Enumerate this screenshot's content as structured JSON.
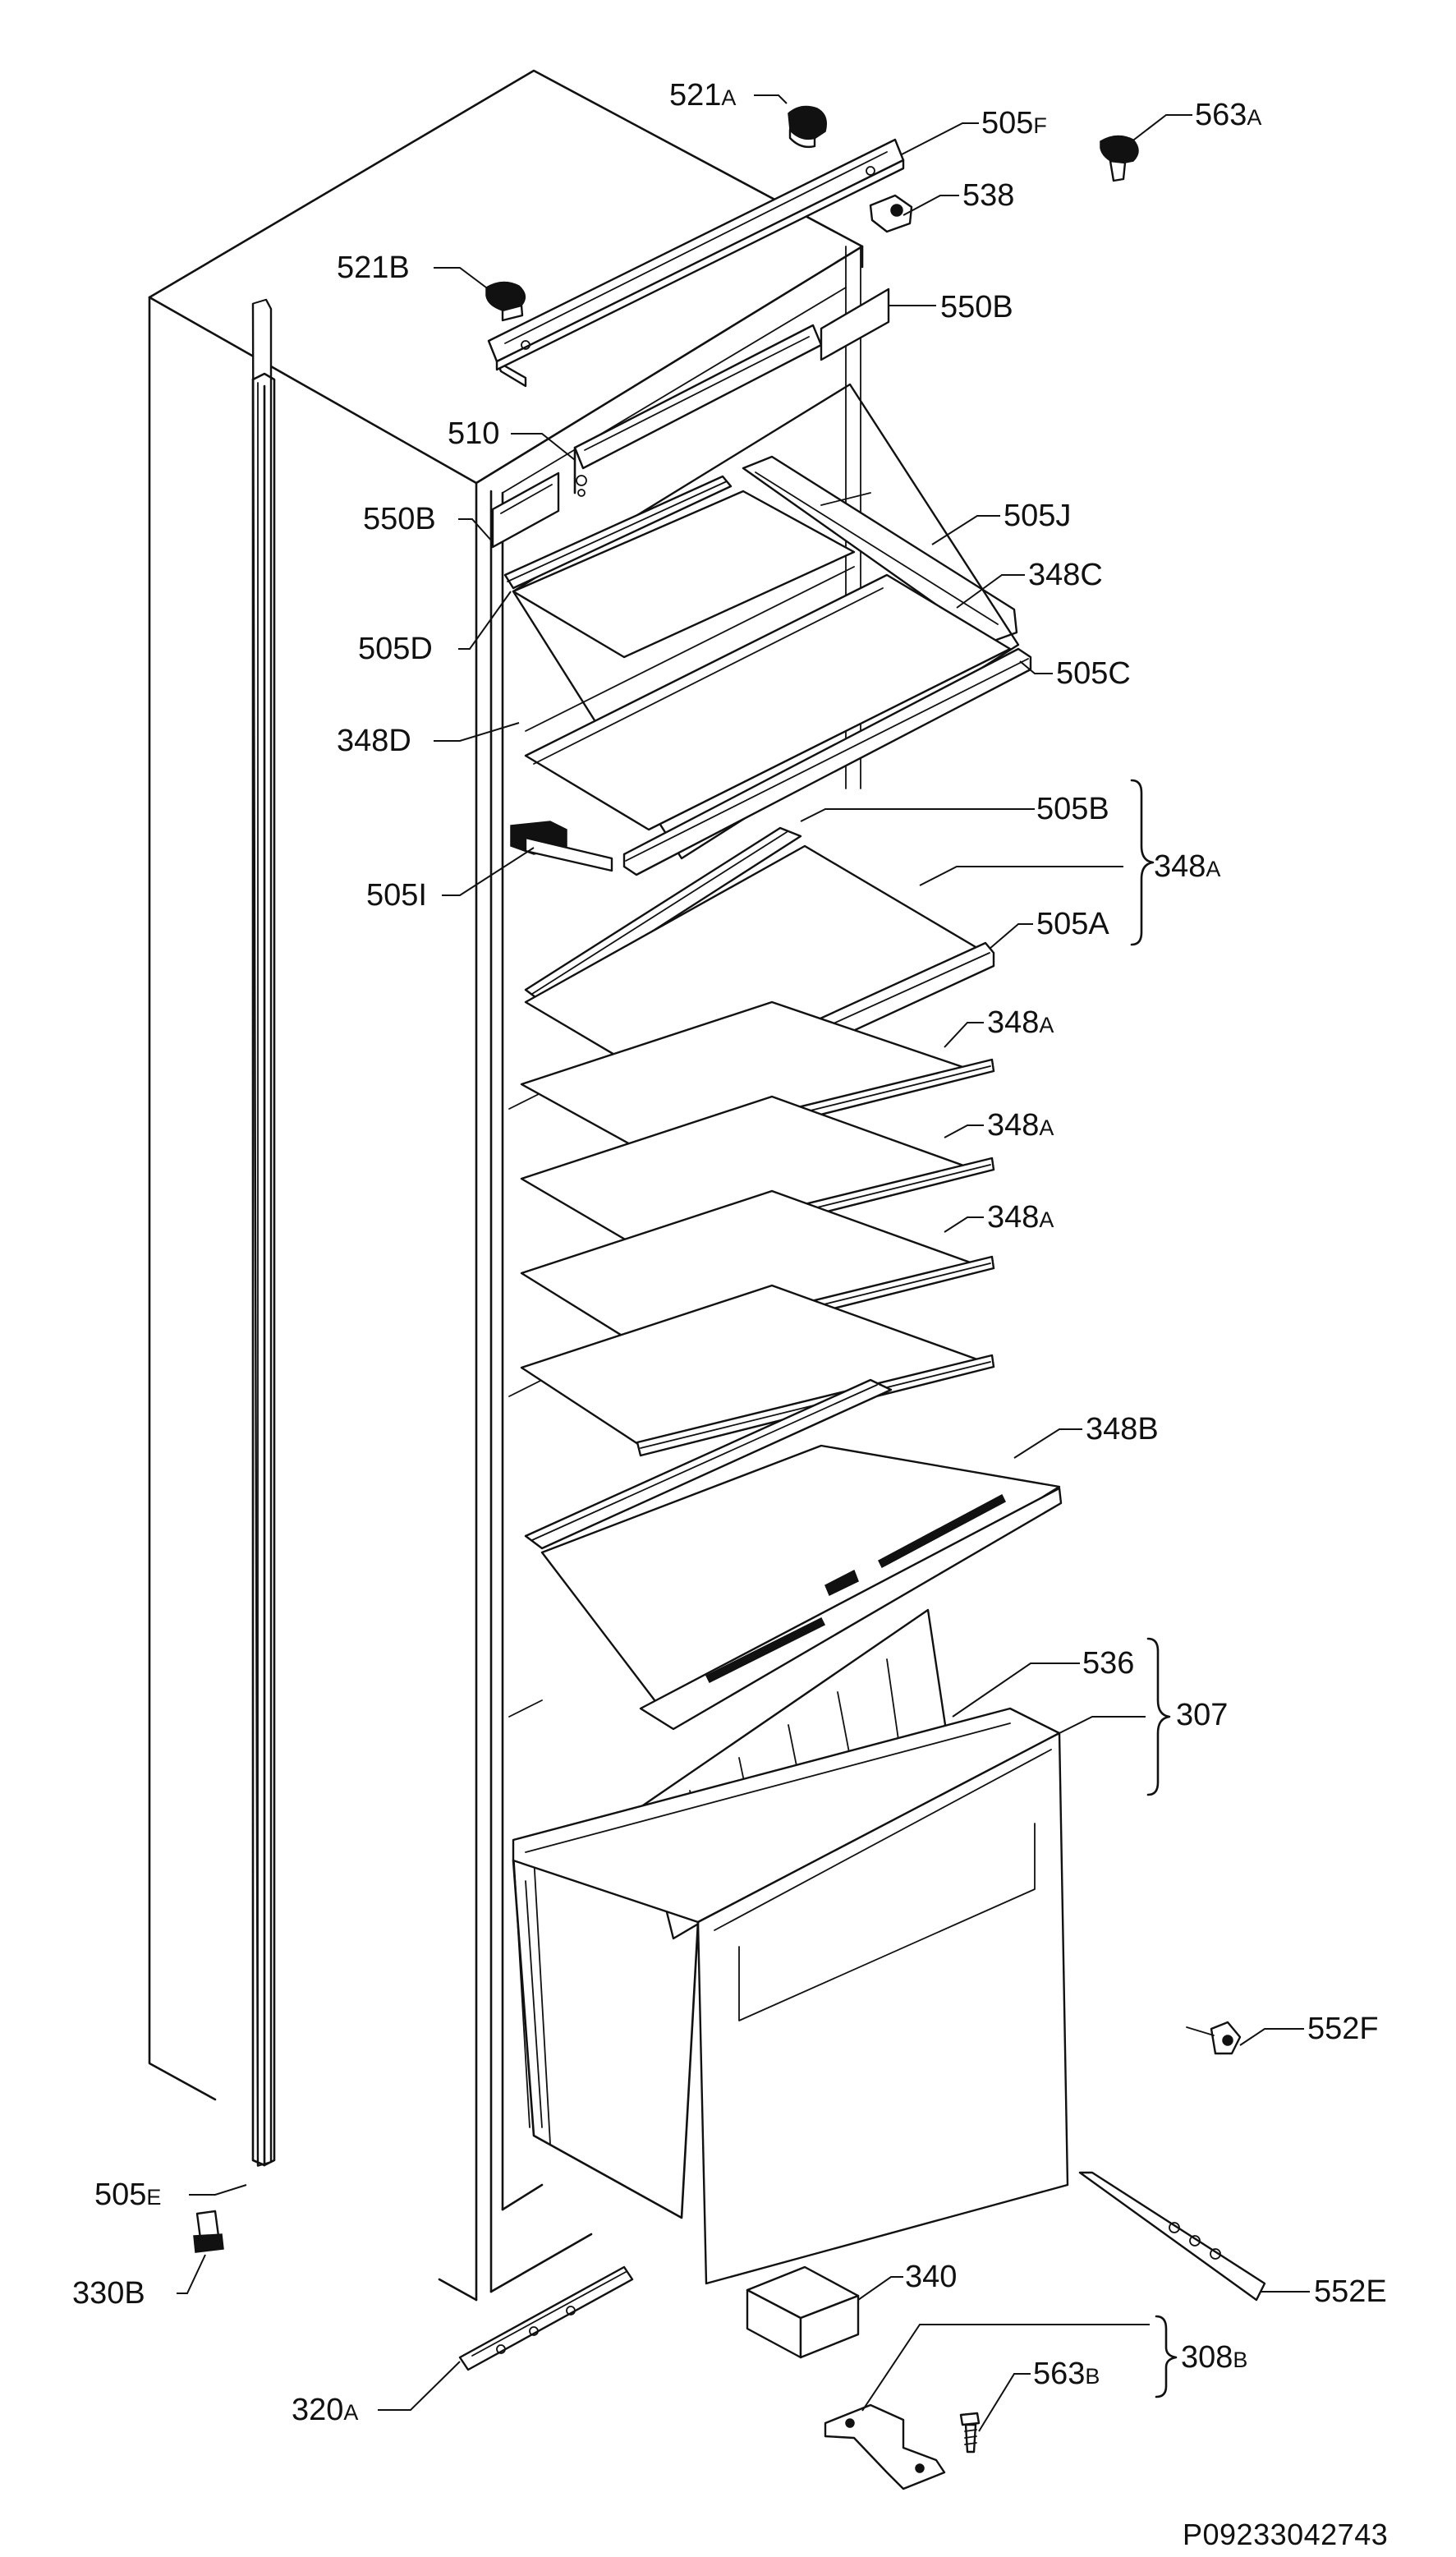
{
  "labels": [
    {
      "id": "521A",
      "num": "521",
      "suffix": "A"
    },
    {
      "id": "505F",
      "num": "505",
      "suffix": "F"
    },
    {
      "id": "563A",
      "num": "563",
      "suffix": "A"
    },
    {
      "id": "538",
      "num": "538",
      "suffix": ""
    },
    {
      "id": "521B",
      "num": "521",
      "suffix": "B"
    },
    {
      "id": "550B-top",
      "num": "550",
      "suffix": "B"
    },
    {
      "id": "510",
      "num": "510",
      "suffix": ""
    },
    {
      "id": "550B-left",
      "num": "550",
      "suffix": "B"
    },
    {
      "id": "505J",
      "num": "505",
      "suffix": "J"
    },
    {
      "id": "348C",
      "num": "348",
      "suffix": "C"
    },
    {
      "id": "505D",
      "num": "505",
      "suffix": "D"
    },
    {
      "id": "505C",
      "num": "505",
      "suffix": "C"
    },
    {
      "id": "348D",
      "num": "348",
      "suffix": "D"
    },
    {
      "id": "505B",
      "num": "505",
      "suffix": "B"
    },
    {
      "id": "348A-group",
      "num": "348",
      "suffix": "A"
    },
    {
      "id": "505I",
      "num": "505",
      "suffix": "I"
    },
    {
      "id": "505A",
      "num": "505",
      "suffix": "A"
    },
    {
      "id": "348A-1",
      "num": "348",
      "suffix": "A"
    },
    {
      "id": "348A-2",
      "num": "348",
      "suffix": "A"
    },
    {
      "id": "348A-3",
      "num": "348",
      "suffix": "A"
    },
    {
      "id": "348B",
      "num": "348",
      "suffix": "B"
    },
    {
      "id": "536",
      "num": "536",
      "suffix": ""
    },
    {
      "id": "307",
      "num": "307",
      "suffix": ""
    },
    {
      "id": "552F",
      "num": "552",
      "suffix": "F"
    },
    {
      "id": "552E",
      "num": "552",
      "suffix": "E"
    },
    {
      "id": "505E",
      "num": "505",
      "suffix": "E"
    },
    {
      "id": "330B",
      "num": "330",
      "suffix": "B"
    },
    {
      "id": "340",
      "num": "340",
      "suffix": ""
    },
    {
      "id": "320A",
      "num": "320",
      "suffix": "A"
    },
    {
      "id": "563B",
      "num": "563",
      "suffix": "B"
    },
    {
      "id": "308B",
      "num": "308",
      "suffix": "B"
    }
  ],
  "document_id": "P09233042743"
}
